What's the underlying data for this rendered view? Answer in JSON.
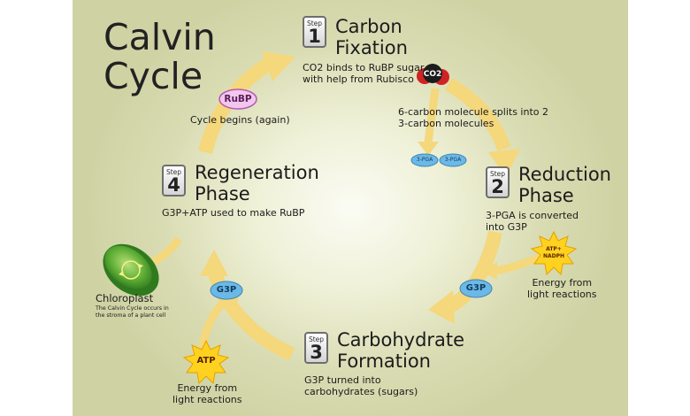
{
  "title": {
    "line1": "Calvin",
    "line2": "Cycle"
  },
  "phases": [
    {
      "step_label": "Step",
      "number": "1",
      "title_line1": "Carbon",
      "title_line2": "Fixation",
      "desc_line1": "CO2 binds to RuBP sugar",
      "desc_line2": "with help from Rubisco"
    },
    {
      "step_label": "Step",
      "number": "2",
      "title_line1": "Reduction",
      "title_line2": "Phase",
      "desc_line1": "3-PGA is converted",
      "desc_line2": "into G3P"
    },
    {
      "step_label": "Step",
      "number": "3",
      "title_line1": "Carbohydrate",
      "title_line2": "Formation",
      "desc_line1": "G3P turned into",
      "desc_line2": "carbohydrates (sugars)"
    },
    {
      "step_label": "Step",
      "number": "4",
      "title_line1": "Regeneration",
      "title_line2": "Phase",
      "desc_line1": "G3P+ATP used to make RuBP",
      "desc_line2": ""
    }
  ],
  "molecules": {
    "co2": "CO2",
    "rubp": "RuBP",
    "pga": "3-PGA",
    "g3p": "G3P",
    "atp": "ATP",
    "atp_nadph_line1": "ATP+",
    "atp_nadph_line2": "NADPH"
  },
  "annotations": {
    "cycle_begins": "Cycle begins (again)",
    "split_line1": "6-carbon molecule splits into 2",
    "split_line2": "3-carbon molecules",
    "energy_line1": "Energy from",
    "energy_line2": "light reactions"
  },
  "chloroplast": {
    "label": "Chloroplast",
    "note_line1": "The Calvin Cycle occurs in",
    "note_line2": "the stroma of a plant cell"
  },
  "colors": {
    "arrow": "#f5d77c",
    "pill_blue": "#6cb8e6",
    "rubp_pink": "#f2c6ee",
    "star_yellow": "#ffd21f",
    "co2_red": "#d02424",
    "chloroplast_green": "#4aa02f"
  }
}
